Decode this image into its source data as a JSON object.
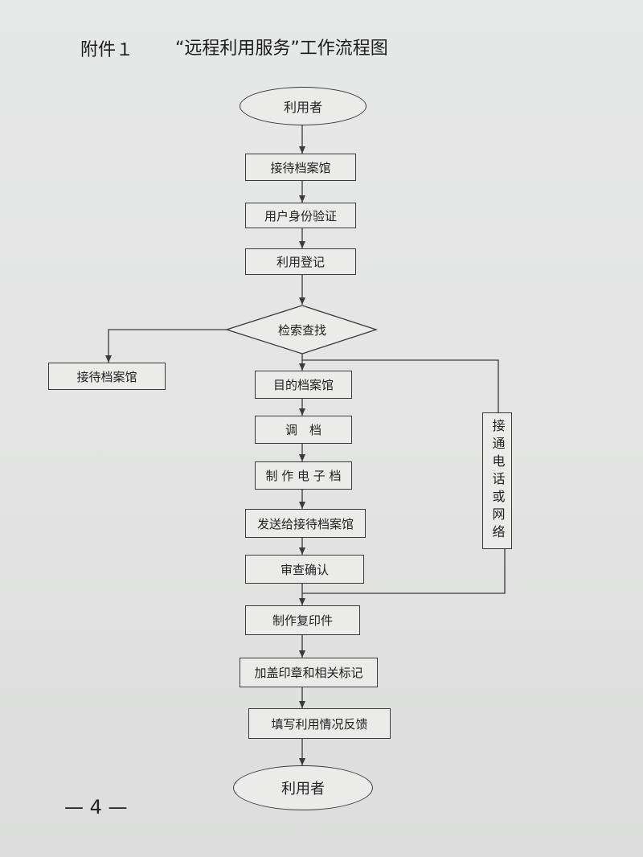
{
  "header": {
    "label": "附件１",
    "title": "“远程利用服务”工作流程图"
  },
  "flow": {
    "start": "利用者",
    "step_receiving_archive": "接待档案馆",
    "step_identity": "用户身份验证",
    "step_register": "利用登记",
    "decision_search": "检索查找",
    "side_receiving_archive": "接待档案馆",
    "step_target_archive": "目的档案馆",
    "step_retrieve": "调　档",
    "step_make_electronic": "制 作 电 子 档",
    "step_send": "发送给接待档案馆",
    "step_review": "审查确认",
    "contact_channel": "接通电话或网络",
    "step_copy": "制作复印件",
    "step_stamp": "加盖印章和相关标记",
    "step_feedback": "填写利用情况反馈",
    "end": "利用者"
  },
  "footer": {
    "page_number": "— 4 —"
  },
  "colors": {
    "paper": "#e5e6e5",
    "line": "#3a3a3a"
  }
}
